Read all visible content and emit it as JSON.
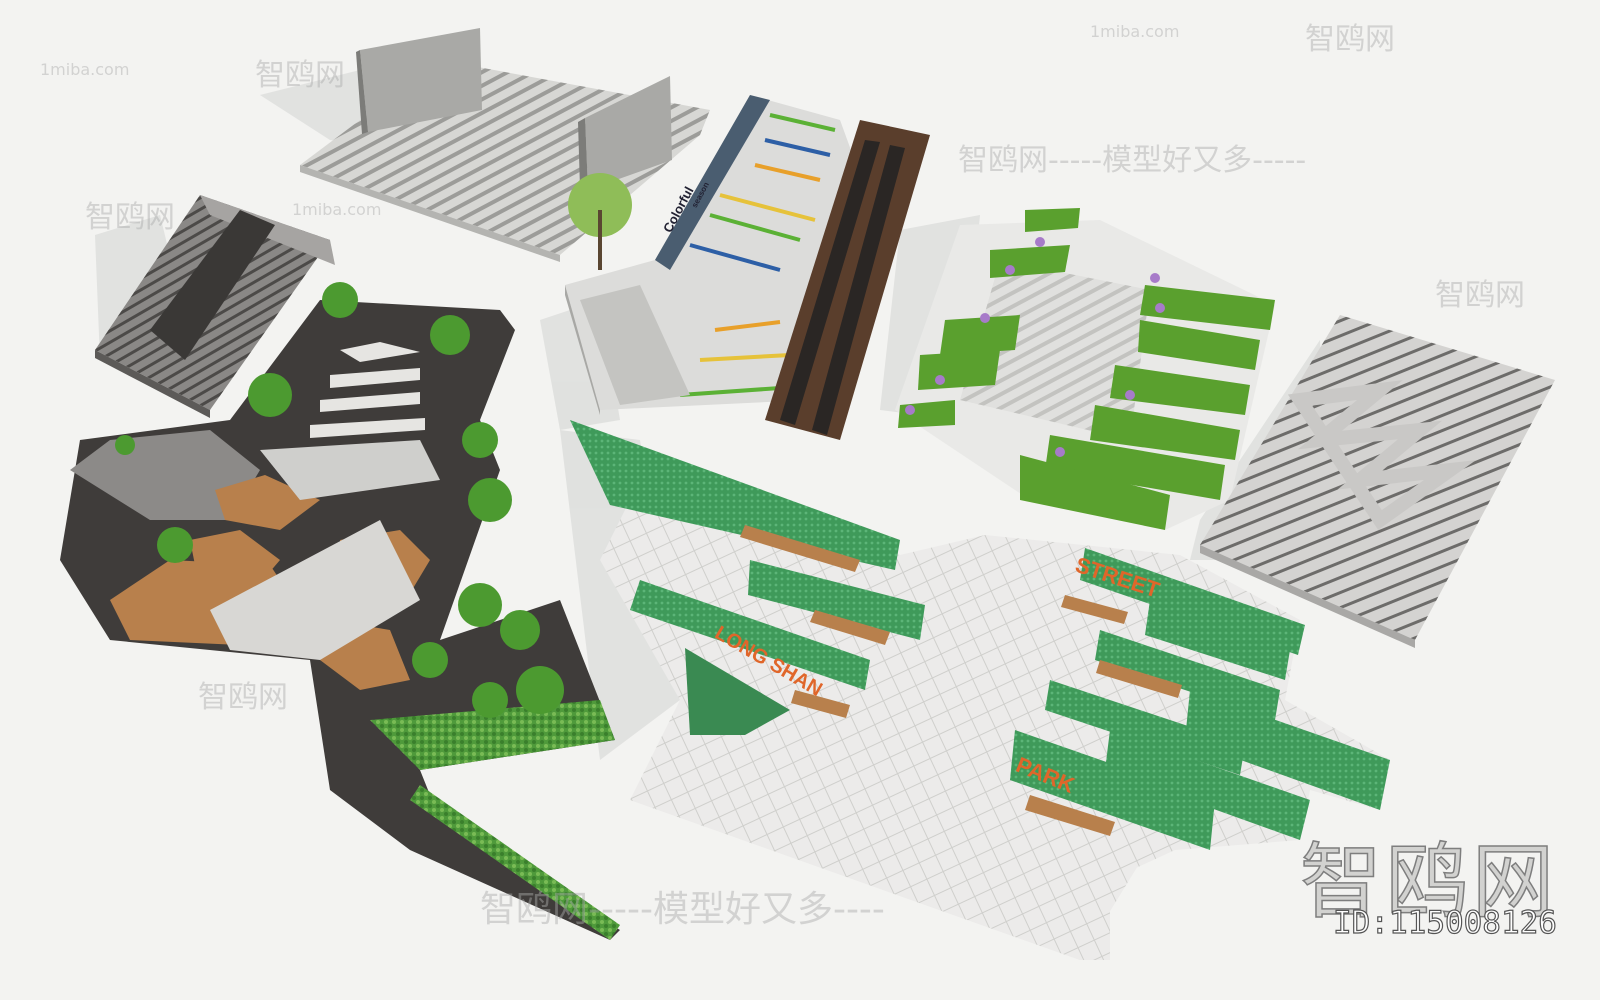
{
  "watermarks": {
    "site": "1miba.com",
    "brand": "智鸥网",
    "slogan_line": "智鸥网-----模型好又多-----",
    "bottom_line": "智鸥网-----模型好又多----",
    "corner_brand": "智鸥网",
    "id_label": "ID:115008126"
  },
  "signage": {
    "street": "STREET",
    "long_shan": "LONG SHAN",
    "park": "PARK",
    "colorful": "Colorful",
    "season": "season"
  },
  "colors": {
    "background": "#f3f3f1",
    "grass": "#5aa02e",
    "hedge": "#3f9a5a",
    "wood": "#b8804c",
    "orange_sign": "#e0662a",
    "concrete": "#cfcfcc",
    "dark_stone": "#3d3a38"
  }
}
